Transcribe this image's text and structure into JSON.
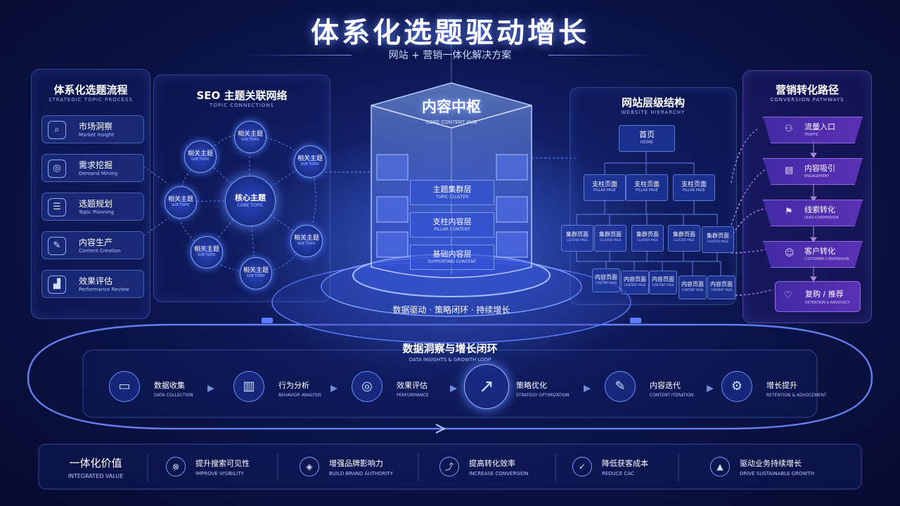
{
  "header": {
    "title": "体系化选题驱动增长",
    "subtitle": "网站 + 营销一体化解决方案"
  },
  "process": {
    "title": "体系化选题流程",
    "subtitle": "STRATEGIC TOPIC PROCESS",
    "steps": [
      {
        "zh": "市场洞察",
        "en": "Market Insight",
        "icon": "search-icon"
      },
      {
        "zh": "需求挖掘",
        "en": "Demand Mining",
        "icon": "target-scan-icon"
      },
      {
        "zh": "选题规划",
        "en": "Topic Planning",
        "icon": "list-icon"
      },
      {
        "zh": "内容生产",
        "en": "Content Creation",
        "icon": "pen-icon"
      },
      {
        "zh": "效果评估",
        "en": "Performance Review",
        "icon": "chart-icon"
      }
    ]
  },
  "seo": {
    "title": "SEO 主题关联网络",
    "subtitle": "TOPIC CONNECTIONS",
    "core": {
      "zh": "核心主题",
      "en": "CORE TOPIC"
    },
    "sub_topic": {
      "zh": "相关主题",
      "en": "SUB TOPIC"
    }
  },
  "hub": {
    "title": "内容中枢",
    "subtitle": "CORE CONTENT HUB",
    "layers": [
      {
        "zh": "主题集群层",
        "en": "TOPIC CLUSTER"
      },
      {
        "zh": "支柱内容层",
        "en": "PILLAR CONTENT"
      },
      {
        "zh": "基础内容层",
        "en": "SUPPORTING CONTENT"
      }
    ],
    "base_text": "数据驱动 · 策略闭环 · 持续增长"
  },
  "hierarchy": {
    "title": "网站层级结构",
    "subtitle": "WEBSITE HIERARCHY",
    "home": {
      "zh": "首页",
      "en": "HOME"
    },
    "pillar": {
      "zh": "支柱页面",
      "en": "PILLAR PAGE"
    },
    "cluster": {
      "zh": "集群页面",
      "en": "CLUSTER PAGE"
    },
    "content": {
      "zh": "内容页面",
      "en": "CONTENT PAGE"
    }
  },
  "conversion": {
    "title": "营销转化路径",
    "subtitle": "CONVERSION PATHWAYS",
    "stages": [
      {
        "zh": "流量入口",
        "en": "TRAFFIC",
        "icon": "user-icon"
      },
      {
        "zh": "内容吸引",
        "en": "ENGAGEMENT",
        "icon": "content-icon"
      },
      {
        "zh": "线索转化",
        "en": "LEAD CONVERSION",
        "icon": "lead-icon"
      },
      {
        "zh": "客户转化",
        "en": "CUSTOMER CONVERSION",
        "icon": "customer-icon"
      },
      {
        "zh": "复购 / 推荐",
        "en": "RETENTION & ADVOCACY",
        "icon": "advocacy-icon"
      }
    ]
  },
  "loop": {
    "title": "数据洞察与增长闭环",
    "subtitle": "DATA INSIGHTS & GROWTH LOOP",
    "items": [
      {
        "zh": "数据收集",
        "en": "DATA COLLECTION",
        "icon": "clipboard-icon"
      },
      {
        "zh": "行为分析",
        "en": "BEHAVIOR ANALYSIS",
        "icon": "bar-chart-icon"
      },
      {
        "zh": "效果评估",
        "en": "PERFORMANCE",
        "icon": "target-icon"
      },
      {
        "zh": "策略优化",
        "en": "STRATEGY OPTIMIZATION",
        "icon": "trend-icon"
      },
      {
        "zh": "内容迭代",
        "en": "CONTENT ITERATION",
        "icon": "edit-icon"
      },
      {
        "zh": "增长提升",
        "en": "RETENTION & ADVOCEMENT",
        "icon": "gear-icon"
      }
    ]
  },
  "value": {
    "title": "一体化价值",
    "subtitle": "INTEGRATED VALUE",
    "items": [
      {
        "zh": "提升搜索可见性",
        "en": "IMPROVE VISIBILITY",
        "icon": "visibility-icon"
      },
      {
        "zh": "增强品牌影响力",
        "en": "BUILD BRAND AUTHORITY",
        "icon": "shield-icon"
      },
      {
        "zh": "提高转化效率",
        "en": "INCREASE CONVERSION",
        "icon": "conversion-icon"
      },
      {
        "zh": "降低获客成本",
        "en": "REDUCE CAC",
        "icon": "cost-icon"
      },
      {
        "zh": "驱动业务持续增长",
        "en": "DRIVE SUSTAINABLE GROWTH",
        "icon": "growth-icon"
      }
    ]
  }
}
